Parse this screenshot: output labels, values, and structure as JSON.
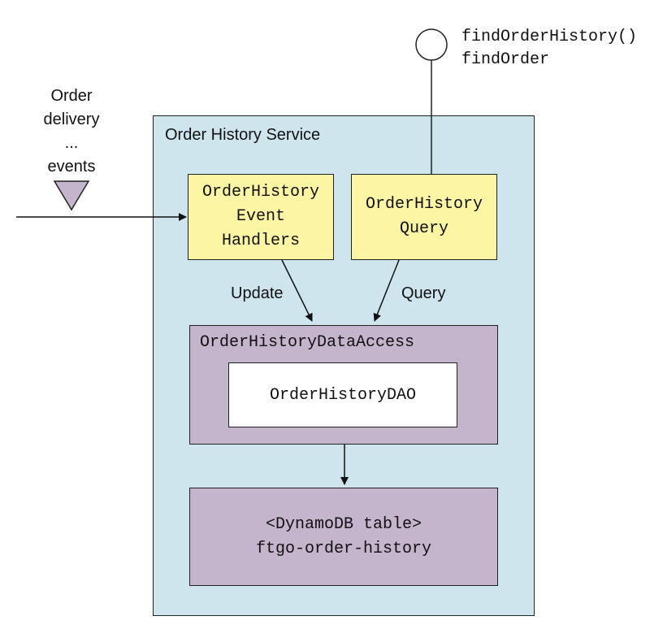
{
  "service": {
    "title": "Order History Service"
  },
  "interface": {
    "line1": "findOrderHistory()",
    "line2": "findOrder"
  },
  "events": {
    "line1": "Order",
    "line2": "delivery",
    "line3": "...",
    "line4": "events"
  },
  "event_handlers": {
    "line1": "OrderHistory",
    "line2": "Event",
    "line3": "Handlers"
  },
  "query_component": {
    "line1": "OrderHistory",
    "line2": "Query"
  },
  "edges": {
    "update_label": "Update",
    "query_label": "Query"
  },
  "data_access": {
    "title": "OrderHistoryDataAccess",
    "dao": "OrderHistoryDAO"
  },
  "table": {
    "line1": "<DynamoDB table>",
    "line2": "ftgo-order-history"
  },
  "colors": {
    "service_bg": "#cfe5ee",
    "component_yellow": "#fbf5a4",
    "component_purple": "#c4b5cc",
    "event_triangle": "#c4b5cc"
  }
}
